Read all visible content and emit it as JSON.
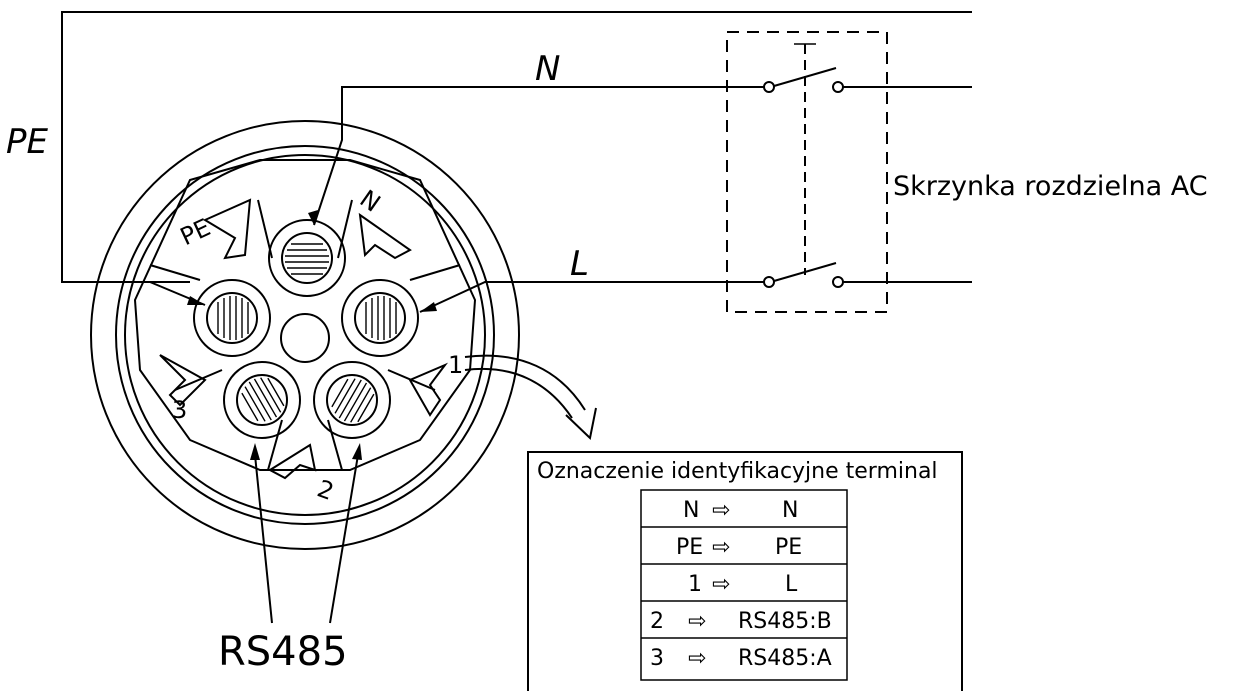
{
  "wires": {
    "pe_label": "PE",
    "n_label": "N",
    "l_label": "L"
  },
  "switchbox": {
    "label": "Skrzynka rozdzielna AC"
  },
  "connector": {
    "pins": {
      "pe": "PE",
      "n": "N",
      "p1": "1",
      "p2": "2",
      "p3": "3"
    },
    "rs485_label": "RS485"
  },
  "terminal_table": {
    "title": "Oznaczenie identyfikacyjne terminal",
    "rows": [
      {
        "from": "N",
        "to": "N"
      },
      {
        "from": "PE",
        "to": "PE"
      },
      {
        "from": "1",
        "to": "L"
      },
      {
        "from": "2",
        "to": "RS485:B"
      },
      {
        "from": "3",
        "to": "RS485:A"
      }
    ]
  }
}
